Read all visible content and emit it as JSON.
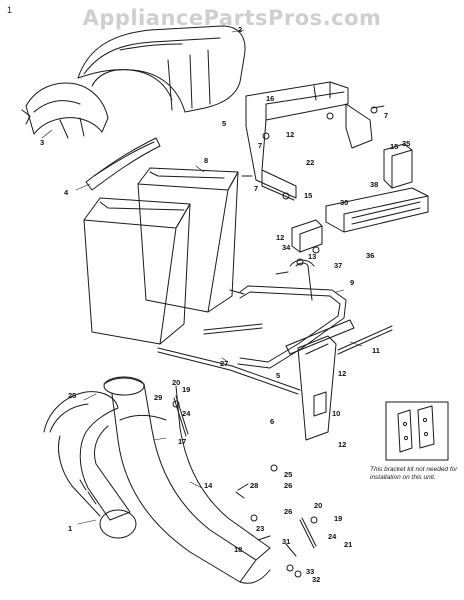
{
  "page_mark": "1",
  "watermark": "AppliancePartsPros.com",
  "inset_note": "This bracket kit not needed for installation on this unit.",
  "callouts": {
    "c1": "1",
    "c2": "2",
    "c3": "3",
    "c4": "4",
    "c5a": "5",
    "c5b": "5",
    "c6": "6",
    "c7a": "7",
    "c7b": "7",
    "c8": "8",
    "c9": "9",
    "c10": "10",
    "c11": "11",
    "c12a": "12",
    "c12b": "12",
    "c12c": "12",
    "c12d": "12",
    "c13": "13",
    "c14": "14",
    "c15a": "15",
    "c15b": "15",
    "c16": "16",
    "c17": "17",
    "c18": "18",
    "c19a": "19",
    "c19b": "19",
    "c20a": "20",
    "c20b": "20",
    "c21": "21",
    "c22": "22",
    "c23": "23",
    "c24a": "24",
    "c24b": "24",
    "c25a": "25",
    "c25b": "25",
    "c26a": "26",
    "c26b": "26",
    "c27": "27",
    "c28": "28",
    "c29": "29",
    "c30": "30",
    "c31": "31",
    "c32": "32",
    "c33": "33",
    "c34": "34",
    "c35": "35",
    "c36": "36",
    "c37": "37",
    "c38": "38"
  }
}
